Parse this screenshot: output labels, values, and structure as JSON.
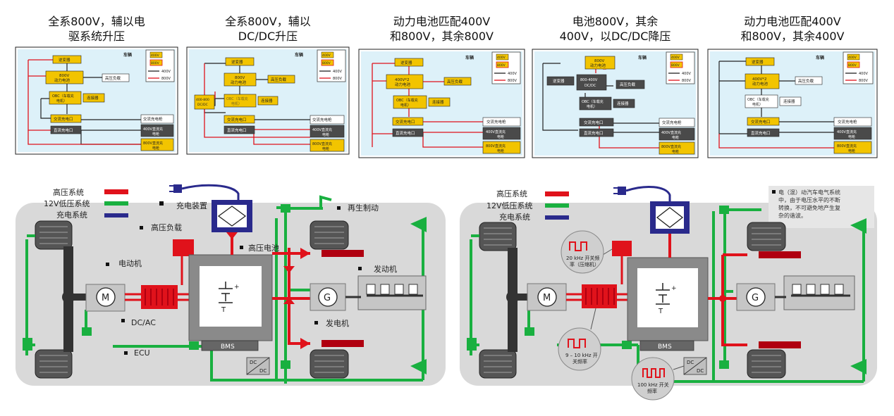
{
  "colors": {
    "hv": "#e0121b",
    "lv": "#19b040",
    "charge": "#2a2a8c",
    "ybox": "#f2c400",
    "dbox": "#4a4a4a",
    "panel_bg": "#ddf1f9",
    "car_bg": "#d9d9d9"
  },
  "top_diagrams": [
    {
      "title_l1": "全系800V，辅以电",
      "title_l2": "驱系统升压",
      "car": "车辆",
      "legend_y1": "400V",
      "legend_y2": "800V",
      "legend_l1": "400V",
      "legend_l2": "800V",
      "boxes": {
        "inverter": "逆变器",
        "battery_l1": "800V",
        "battery_l2": "动力电池",
        "hv_load": "高压负载",
        "obc_l1": "OBC（车载充",
        "obc_l2": "电机）",
        "connector": "连接器",
        "ac_port": "交流充电口",
        "dc_port": "直流充电口",
        "ac_gun": "交流充电枪",
        "gun400_l1": "400V直流充",
        "gun400_l2": "电枪",
        "gun800_l1": "800V直流充",
        "gun800_l2": "电枪"
      }
    },
    {
      "title_l1": "全系800V，辅以",
      "title_l2": "DC/DC升压",
      "car": "车辆",
      "legend_y1": "400V",
      "legend_y2": "800V",
      "legend_l1": "400V",
      "legend_l2": "800V",
      "boxes": {
        "inverter": "逆变器",
        "battery_l1": "800V",
        "battery_l2": "动力电池",
        "hv_load": "高压负载",
        "dcdc_l1": "400-800",
        "dcdc_l2": "DC/DC",
        "obc_l1": "OBC（车载充",
        "obc_l2": "电机）",
        "connector": "连接器",
        "ac_port": "交流充电口",
        "dc_port": "直流充电口",
        "ac_gun": "交流充电枪",
        "gun400_l1": "400V直流充",
        "gun400_l2": "电枪",
        "gun800_l1": "800V直流充",
        "gun800_l2": "电枪"
      }
    },
    {
      "title_l1": "动力电池匹配400V",
      "title_l2": "和800V，其余800V",
      "car": "车辆",
      "legend_y1": "400V",
      "legend_y2": "800V",
      "legend_l1": "400V",
      "legend_l2": "800V",
      "boxes": {
        "inverter": "逆变器",
        "battery_l1": "400V*2",
        "battery_l2": "动力电池",
        "hv_load": "高压负载",
        "obc_l1": "OBC（车载充",
        "obc_l2": "电机）",
        "connector": "连接器",
        "ac_port": "交流充电口",
        "dc_port": "直流充电口",
        "ac_gun": "交流充电枪",
        "gun400_l1": "400V直流充",
        "gun400_l2": "电枪",
        "gun800_l1": "800V直流充",
        "gun800_l2": "电枪"
      }
    },
    {
      "title_l1": "电池800V，其余",
      "title_l2": "400V，以DC/DC降压",
      "car": "车辆",
      "legend_y1": "400V",
      "legend_y2": "800V",
      "legend_l1": "400V",
      "legend_l2": "800V",
      "boxes": {
        "inverter": "逆变器",
        "battery_l1": "800V",
        "battery_l2": "动力电池",
        "hv_load": "高压负载",
        "dcdc_l1": "800-400V",
        "dcdc_l2": "DC/DC",
        "obc_l1": "OBC（车载充",
        "obc_l2": "电机）",
        "connector": "连接器",
        "ac_port": "交流充电口",
        "dc_port": "直流充电口",
        "ac_gun": "交流充电枪",
        "gun400_l1": "400V直流充",
        "gun400_l2": "电枪",
        "gun800_l1": "800V直流充",
        "gun800_l2": "电枪"
      }
    },
    {
      "title_l1": "动力电池匹配400V",
      "title_l2": "和800V，其余400V",
      "car": "车辆",
      "legend_y1": "400V",
      "legend_y2": "800V",
      "legend_l1": "400V",
      "legend_l2": "800V",
      "boxes": {
        "inverter": "逆变器",
        "battery_l1": "400V*2",
        "battery_l2": "动力电池",
        "hv_load": "高压负载",
        "obc_l1": "OBC（车载充",
        "obc_l2": "电机）",
        "connector": "连接器",
        "ac_port": "交流充电口",
        "dc_port": "直流充电口",
        "ac_gun": "交流充电枪",
        "gun400_l1": "400V直流充",
        "gun400_l2": "电枪",
        "gun800_l1": "800V直流充",
        "gun800_l2": "电枪"
      }
    }
  ],
  "left_car": {
    "legend_hv": "高压系统",
    "legend_lv": "12V低压系统",
    "legend_ch": "充电系统",
    "charger": "充电装置",
    "regen": "再生制动",
    "hv_load": "高压负载",
    "motor_label": "电动机",
    "battery_label": "高压电池",
    "engine_label": "发动机",
    "dcac": "DC/AC",
    "generator_label": "发电机",
    "ecu": "ECU",
    "m": "M",
    "g": "G",
    "bms": "BMS",
    "dc1": "DC",
    "dc2": "DC"
  },
  "right_car": {
    "legend_hv": "高压系统",
    "legend_lv": "12V低压系统",
    "legend_ch": "充电系统",
    "note_l1": "电（混）动汽车电气系统",
    "note_l2": "中，由于电压水平的不断",
    "note_l3": "转换，不可避免地产生复",
    "note_l4": "杂的谐波。",
    "freq20_l1": "20 kHz 开关频",
    "freq20_l2": "率（压缩机）",
    "freq9_l1": "9 – 10 kHz 开",
    "freq9_l2": "关频率",
    "freq100_l1": "100 kHz 开关",
    "freq100_l2": "频率",
    "m": "M",
    "g": "G",
    "bms": "BMS",
    "dc1": "DC",
    "dc2": "DC"
  }
}
